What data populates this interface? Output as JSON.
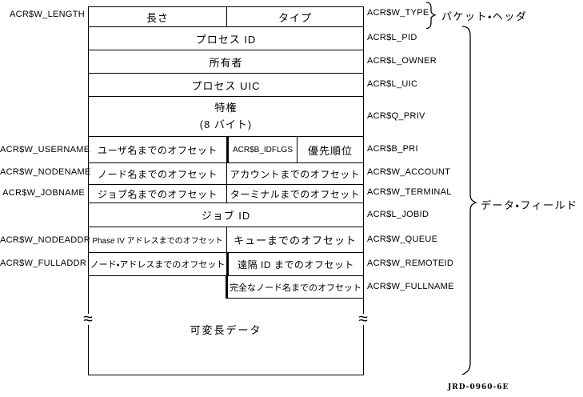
{
  "figure": {
    "variable_data": "可変長データ",
    "figure_id": "JRD-0960-6E",
    "braces": {
      "packet_header": "パケット・ヘッダ",
      "data_field": "データ・フィールド"
    },
    "left_labels": {
      "length": "ACR$W_LENGTH",
      "username": "ACR$W_USERNAME",
      "nodename": "ACR$W_NODENAME",
      "jobname": "ACR$W_JOBNAME",
      "nodeaddr": "ACR$W_NODEADDR",
      "fulladdr": "ACR$W_FULLADDR"
    },
    "right_labels": {
      "type": "ACR$W_TYPE",
      "pid": "ACR$L_PID",
      "owner": "ACR$L_OWNER",
      "uic": "ACR$L_UIC",
      "priv": "ACR$Q_PRIV",
      "pri": "ACR$B_PRI",
      "account": "ACR$W_ACCOUNT",
      "terminal": "ACR$W_TERMINAL",
      "jobid": "ACR$L_JOBID",
      "queue": "ACR$W_QUEUE",
      "remoteid": "ACR$W_REMOTEID",
      "fullname": "ACR$W_FULLNAME"
    },
    "cells": {
      "length": "長さ",
      "type": "タイプ",
      "pid": "プロセス ID",
      "owner": "所有者",
      "uic": "プロセス UIC",
      "priv_line1": "特権",
      "priv_line2": "(8 バイト)",
      "username_off": "ユーザ名までのオフセット",
      "idflgs": "ACR$B_IDFLGS",
      "priority": "優先順位",
      "nodename_off": "ノード名までのオフセット",
      "account_off": "アカウントまでのオフセット",
      "jobname_off": "ジョブ名までのオフセット",
      "terminal_off": "ターミナルまでのオフセット",
      "jobid": "ジョブ ID",
      "phase4_off": "Phase IV アドレスまでのオフセット",
      "queue_off": "キューまでのオフセット",
      "nodeaddr_off": "ノード・アドレスまでのオフセット",
      "remoteid_off": "遠隔 ID までのオフセット",
      "fullname_off": "完全なノード名までのオフセット"
    },
    "icons": {
      "break_mark": "≈"
    }
  }
}
